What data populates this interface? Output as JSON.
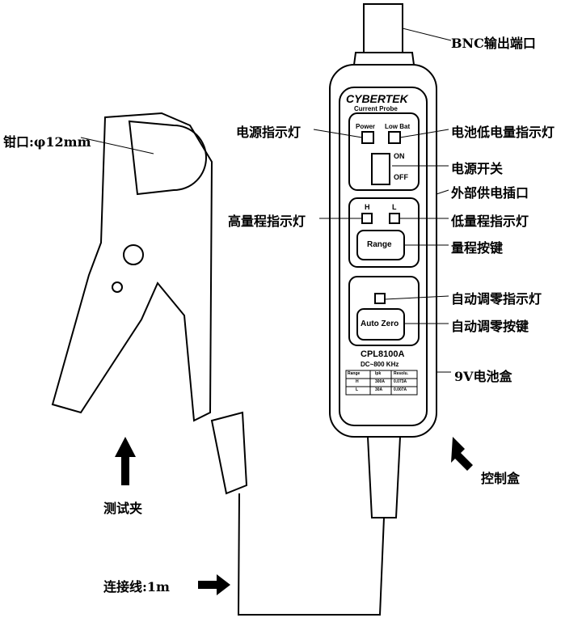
{
  "labels": {
    "bnc": "BNC输出端口",
    "power_led": "电源指示灯",
    "lowbat_led": "电池低电量指示灯",
    "power_switch": "电源开关",
    "ext_power": "外部供电插口",
    "high_led": "高量程指示灯",
    "low_led": "低量程指示灯",
    "range_key": "量程按键",
    "autozero_led": "自动调零指示灯",
    "autozero_key": "自动调零按键",
    "battery": "9V电池盒",
    "control_box": "控制盒",
    "jaw": "钳口:φ12mm",
    "clamp": "测试夹",
    "cable": "连接线:1m"
  },
  "device": {
    "brand": "CYBERTEK",
    "subtitle": "Current Probe",
    "power": "Power",
    "lowbat": "Low Bat",
    "on": "ON",
    "off": "OFF",
    "h": "H",
    "l": "L",
    "range": "Range",
    "autozero": "Auto Zero",
    "model": "CPL8100A",
    "bandwidth": "DC~800 KHz",
    "table": {
      "headers": [
        "Range",
        "Ipk",
        "Resolu."
      ],
      "rows": [
        [
          "H",
          "300A",
          "0.073A"
        ],
        [
          "L",
          "30A",
          "0.007A"
        ]
      ]
    }
  }
}
